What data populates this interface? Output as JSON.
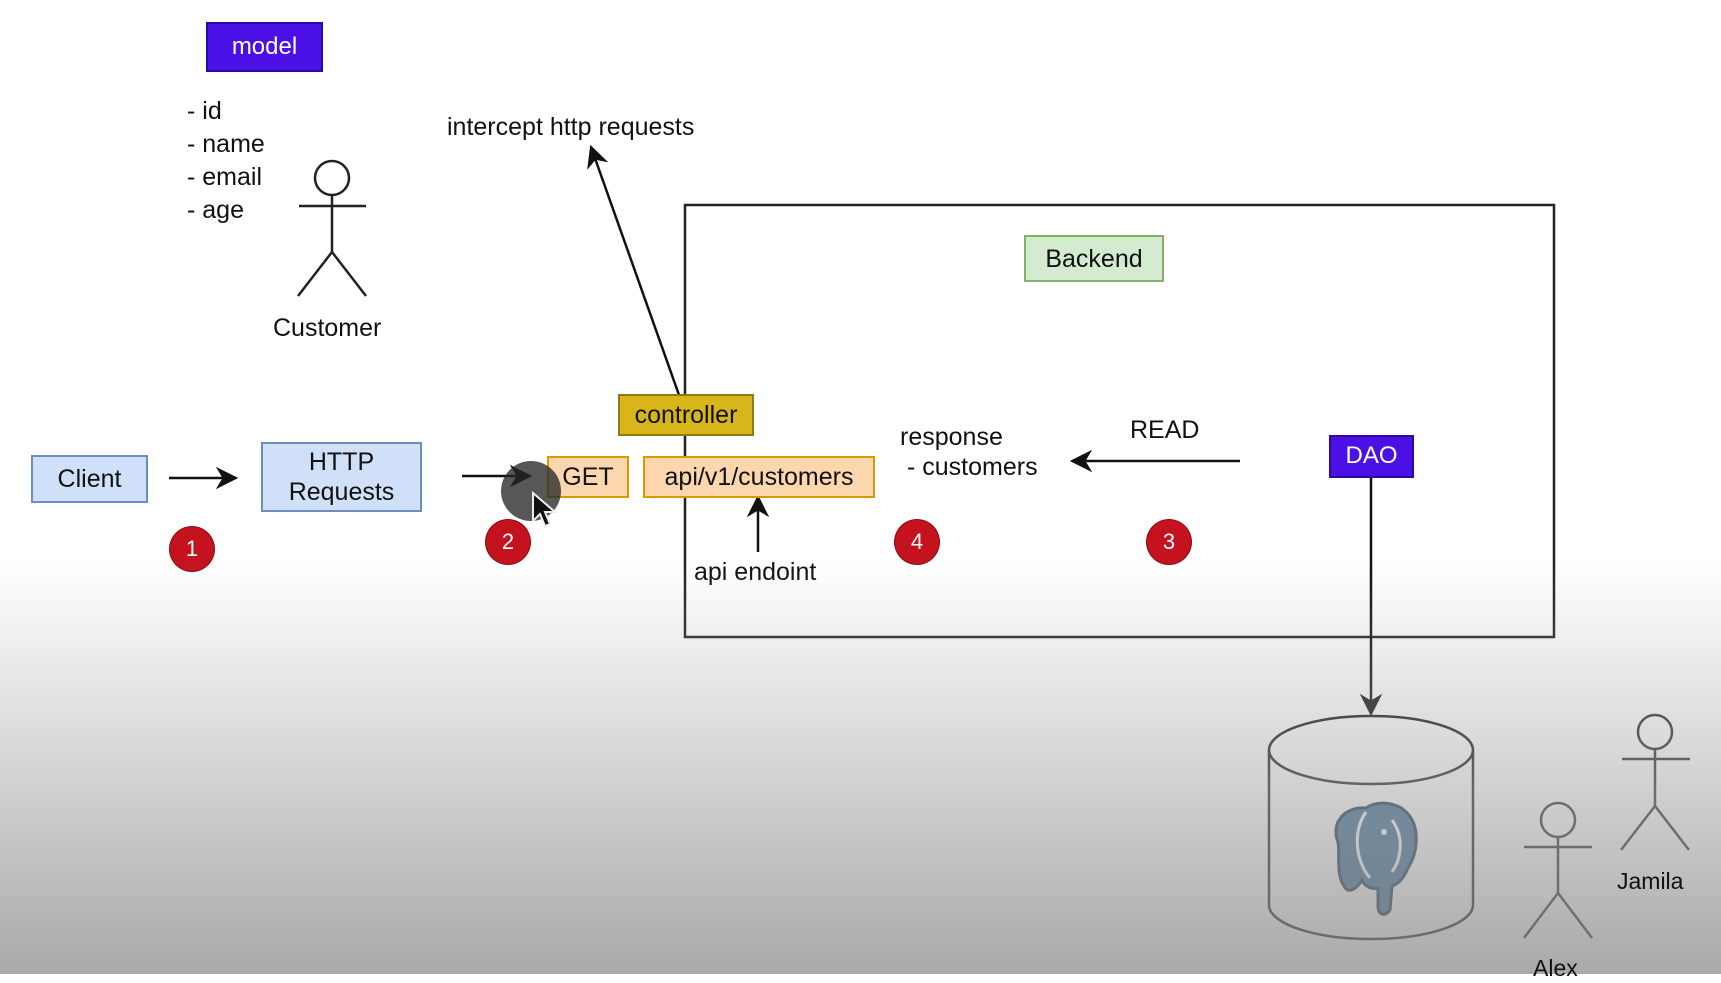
{
  "model": {
    "badge": "model",
    "fields": [
      "- id",
      "- name",
      "- email",
      "- age"
    ]
  },
  "actors": {
    "customer": "Customer",
    "alex": "Alex",
    "jamila": "Jamila"
  },
  "boxes": {
    "client": "Client",
    "http_line1": "HTTP",
    "http_line2": "Requests",
    "get": "GET",
    "endpoint": "api/v1/customers",
    "controller": "controller",
    "backend": "Backend",
    "dao": "DAO"
  },
  "labels": {
    "intercept": "intercept http requests",
    "api_endpoint": "api endoint",
    "response_line1": "response",
    "response_line2": "- customers",
    "read": "READ"
  },
  "steps": [
    "1",
    "2",
    "3",
    "4"
  ],
  "database_icon": "postgresql-elephant-icon",
  "colors": {
    "model_purple": "#4a10e6",
    "client_blue": "#cfe0f8",
    "backend_green": "#d4ebd0",
    "endpoint_orange": "#fcd6ad",
    "controller_gold": "#d8b51a",
    "step_red": "#c4121e"
  }
}
